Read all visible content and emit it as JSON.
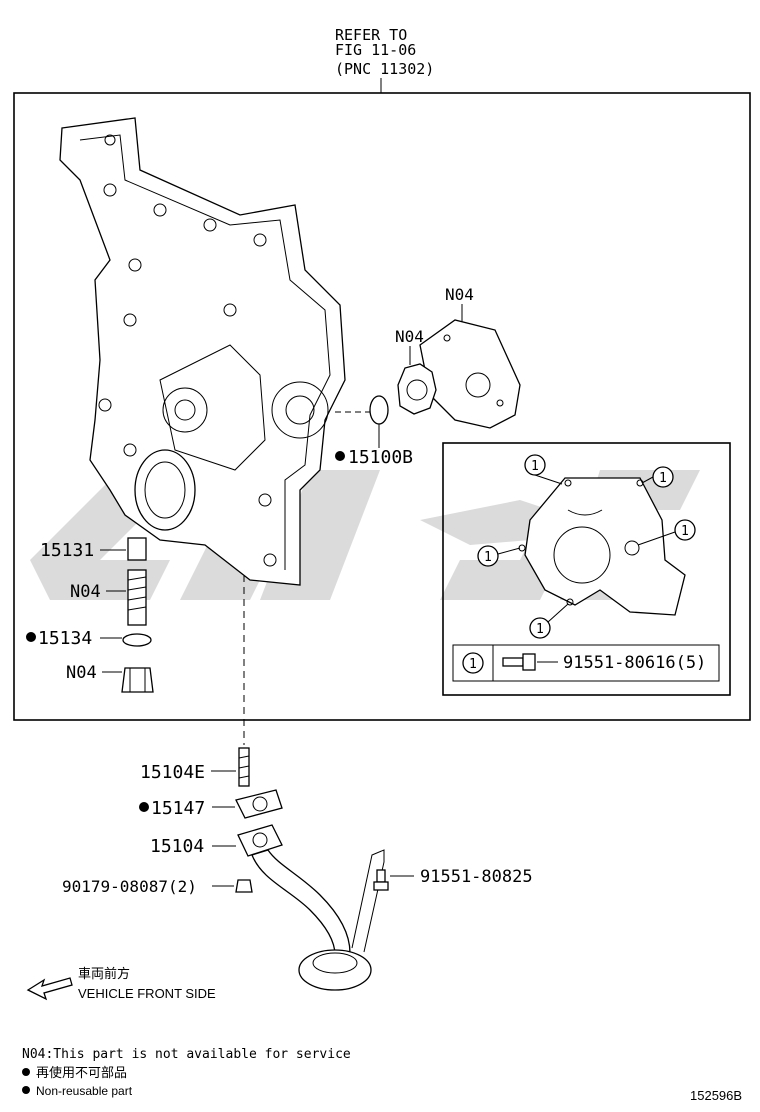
{
  "header": {
    "refer_line1": "REFER TO",
    "refer_line2": "FIG 11-06",
    "refer_line3": "(PNC 11302)"
  },
  "parts": {
    "pump_cover": "N04",
    "rotor": "N04",
    "seal": "15100B",
    "cap": "15131",
    "spring": "N04",
    "gasket_ring": "15134",
    "plug": "N04",
    "stud": "15104E",
    "strainer_gasket": "15147",
    "strainer": "15104",
    "nut": "90179-08087(2)",
    "bolt": "91551-80825"
  },
  "inset": {
    "callout": "1",
    "table_key": "1",
    "table_part": "91551-80616(5)"
  },
  "direction": {
    "japanese": "車両前方",
    "english": "VEHICLE FRONT SIDE"
  },
  "footer": {
    "n04_note": "N04:This part is not available for service",
    "dot_note_jp": "再使用不可部品",
    "dot_note_en": "Non-reusable part",
    "figure_id": "152596B"
  }
}
